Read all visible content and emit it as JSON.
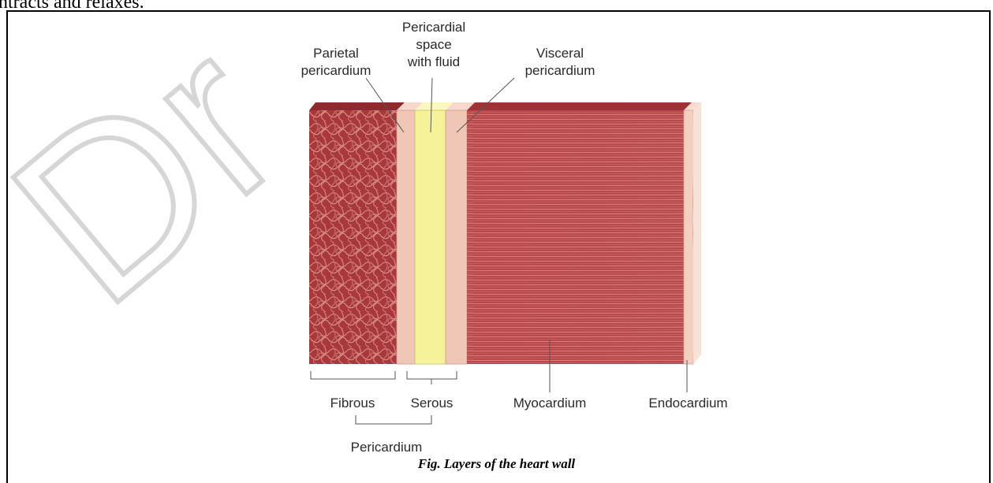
{
  "page": {
    "top_text": "ntracts and relaxes."
  },
  "labels": {
    "parietal": [
      "Parietal",
      "pericardium"
    ],
    "space": [
      "Pericardial",
      "space",
      "with fluid"
    ],
    "visceral": [
      "Visceral",
      "pericardium"
    ],
    "fibrous": "Fibrous",
    "serous": "Serous",
    "myocardium": "Myocardium",
    "endocardium": "Endocardium",
    "pericardium": "Pericardium"
  },
  "caption": "Fig. Layers of the heart wall",
  "watermark": {
    "text": "Dr",
    "color": "#d6d6d6"
  },
  "colors": {
    "fibrous": "#a8383c",
    "serous_layer": "#f0c6b6",
    "fluid": "#f6f29a",
    "myocardium": "#b84a4e",
    "endocardium": "#f3cfc0",
    "line": "#555555"
  },
  "icons": {
    "diagram": "heart-wall-layers-illustration"
  }
}
